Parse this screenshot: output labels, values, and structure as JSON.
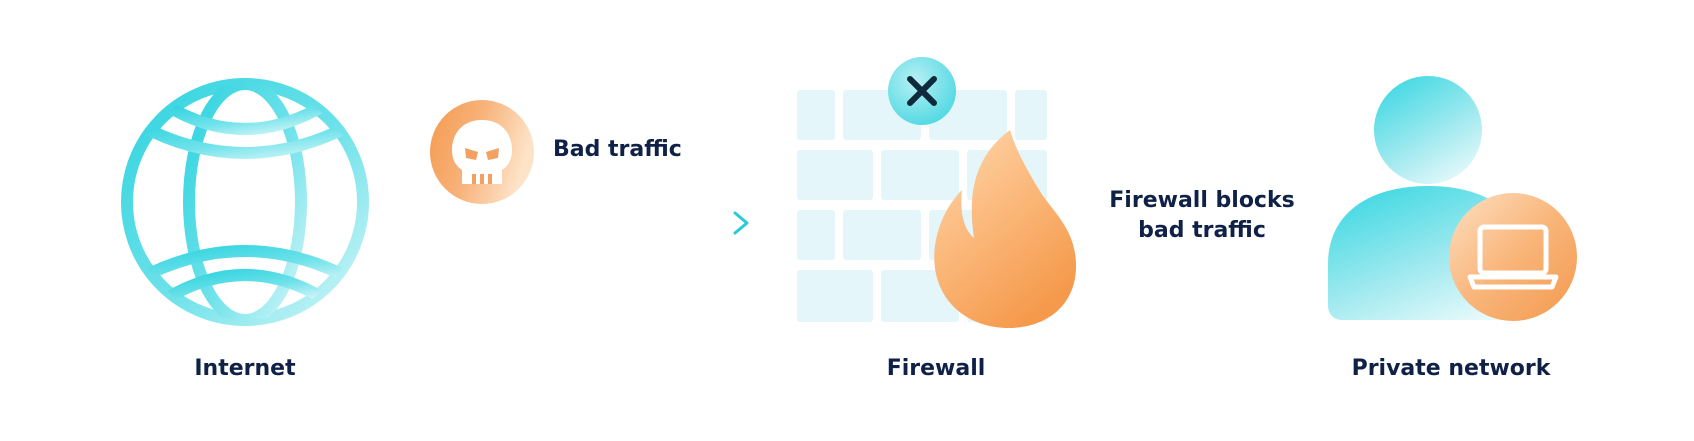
{
  "diagram": {
    "nodes": {
      "internet": {
        "label": "Internet",
        "icon": "globe-icon"
      },
      "firewall": {
        "label": "Firewall",
        "icon": "brick-wall-icon",
        "badge_icon": "close-icon",
        "overlay_icon": "flame-icon"
      },
      "private_network": {
        "label": "Private network",
        "icon": "user-icon",
        "badge_icon": "laptop-icon"
      }
    },
    "traffic": {
      "label": "Bad traffic",
      "icon": "skull-icon"
    },
    "block_note": {
      "lines": [
        "Firewall blocks",
        "bad traffic"
      ]
    }
  },
  "colors": {
    "text": "#0f2147",
    "cyan": "#3dd6e0",
    "cyan_light": "#c9f3f6",
    "orange": "#f7a35c",
    "orange_light": "#ffe6cc",
    "wall": "#e6f7fa"
  }
}
